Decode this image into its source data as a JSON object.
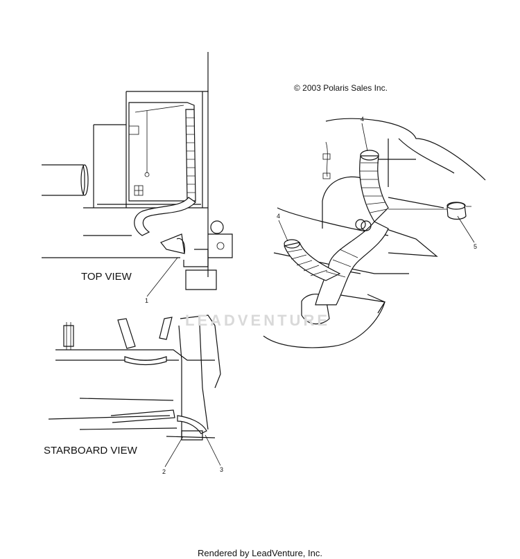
{
  "copyright": "© 2003 Polaris Sales Inc.",
  "labels": {
    "top_view": "TOP VIEW",
    "starboard_view": "STARBOARD VIEW"
  },
  "callouts": {
    "c1": "1",
    "c2": "2",
    "c3": "3",
    "c4a": "4",
    "c4b": "4",
    "c5": "5"
  },
  "watermark": "LEADVENTURE",
  "footer": "Rendered by LeadVenture, Inc."
}
